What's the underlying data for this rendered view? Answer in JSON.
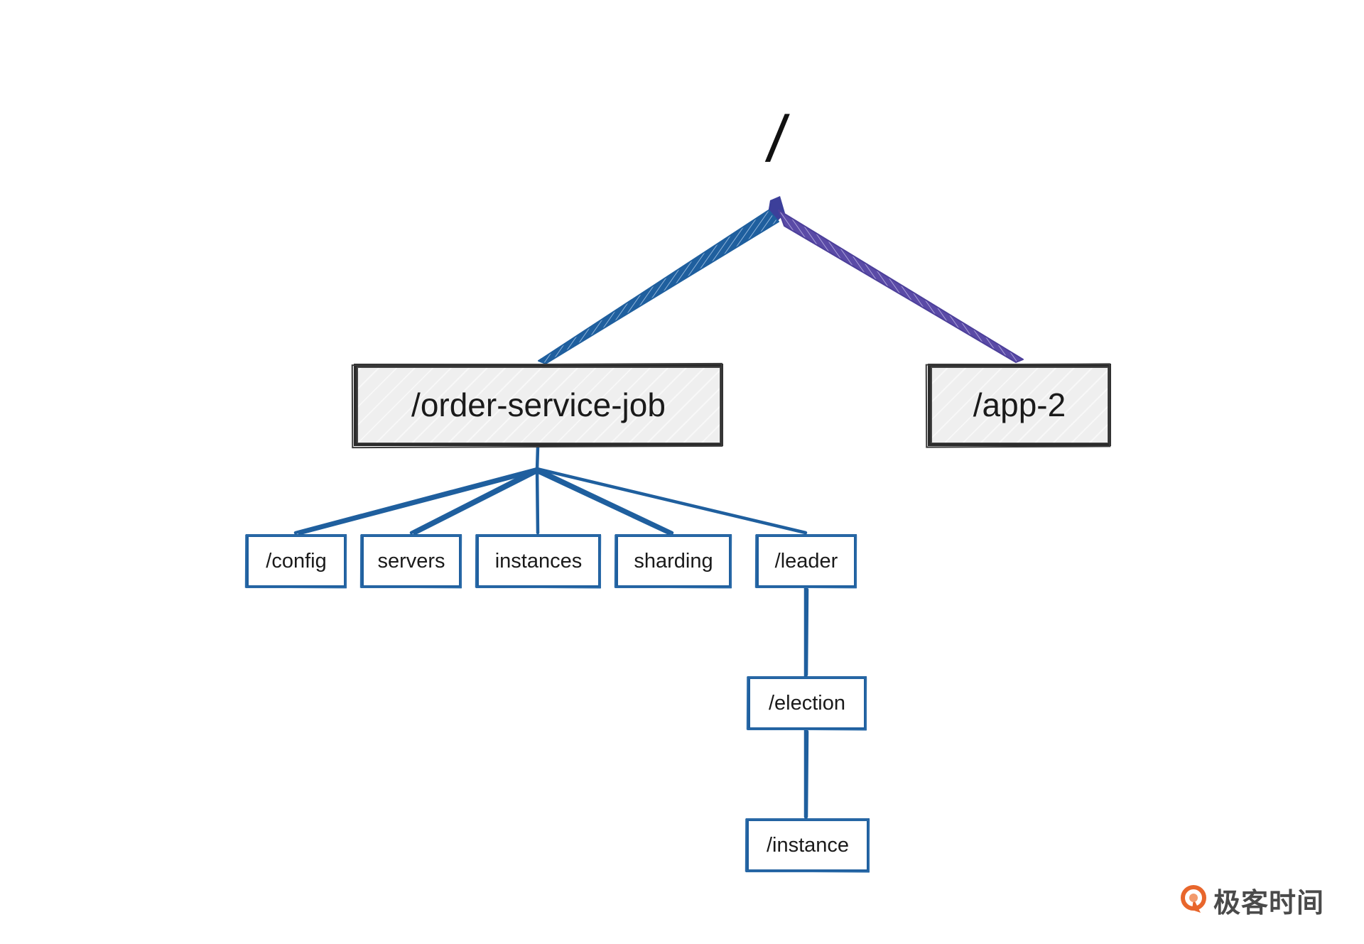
{
  "diagram": {
    "root": {
      "label": "/"
    },
    "nodes": {
      "order_service_job": "/order-service-job",
      "app_2": "/app-2",
      "config": "/config",
      "servers": "servers",
      "instances": "instances",
      "sharding": "sharding",
      "leader": "/leader",
      "election": "/election",
      "instance": "/instance"
    },
    "edges": [
      {
        "from": "/",
        "to": "/order-service-job"
      },
      {
        "from": "/",
        "to": "/app-2"
      },
      {
        "from": "/order-service-job",
        "to": "/config"
      },
      {
        "from": "/order-service-job",
        "to": "servers"
      },
      {
        "from": "/order-service-job",
        "to": "instances"
      },
      {
        "from": "/order-service-job",
        "to": "sharding"
      },
      {
        "from": "/order-service-job",
        "to": "/leader"
      },
      {
        "from": "/leader",
        "to": "/election"
      },
      {
        "from": "/election",
        "to": "/instance"
      }
    ],
    "colors": {
      "blue": "#1f5f9e",
      "purple": "#5a4aa6",
      "gray_fill": "#efefef",
      "dark_border": "#2b2b2b"
    }
  },
  "logo": {
    "text": "极客时间",
    "icon": "geektime-logo-icon",
    "color": "#e8662c"
  }
}
